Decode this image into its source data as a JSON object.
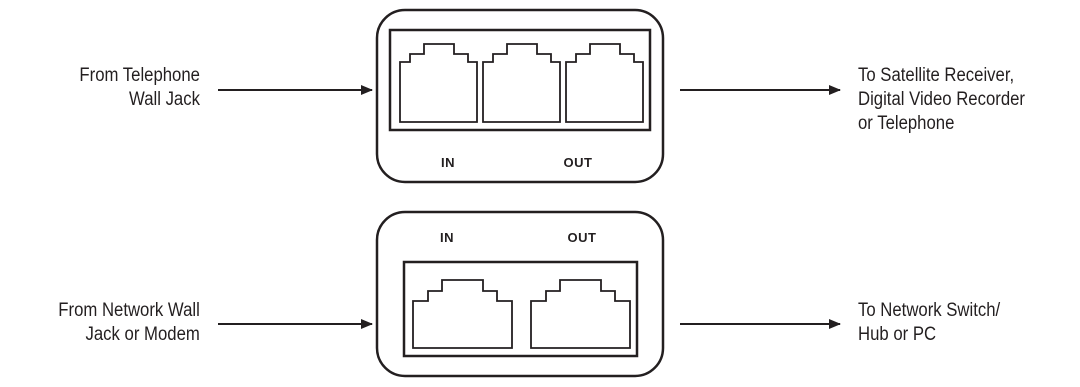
{
  "top_panel": {
    "left_label": [
      "From Telephone",
      "Wall Jack"
    ],
    "right_label": [
      "To Satellite Receiver,",
      "Digital Video Recorder",
      "or Telephone"
    ],
    "in_label": "IN",
    "out_label": "OUT"
  },
  "bottom_panel": {
    "left_label": [
      "From Network Wall",
      "Jack or Modem"
    ],
    "right_label": [
      "To Network Switch/",
      "Hub or PC"
    ],
    "in_label": "IN",
    "out_label": "OUT"
  },
  "colors": {
    "ink": "#231f20",
    "background": "#ffffff"
  }
}
